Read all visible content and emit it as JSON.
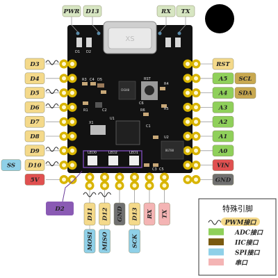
{
  "top_pins": [
    {
      "label": "PWR",
      "side": "left"
    },
    {
      "label": "D13",
      "side": "left"
    },
    {
      "label": "RX",
      "side": "right"
    },
    {
      "label": "TX",
      "side": "right"
    }
  ],
  "left_pins": [
    {
      "label": "D3",
      "pwm": true
    },
    {
      "label": "D4",
      "pwm": false
    },
    {
      "label": "D5",
      "pwm": true
    },
    {
      "label": "D6",
      "pwm": true
    },
    {
      "label": "D7",
      "pwm": false
    },
    {
      "label": "D8",
      "pwm": false
    },
    {
      "label": "D9",
      "pwm": true
    },
    {
      "label": "D10",
      "pwm": true,
      "extra": "SS"
    },
    {
      "label": "5V",
      "pwm": false
    }
  ],
  "right_pins": [
    {
      "label": "RST",
      "type": "digital"
    },
    {
      "label": "A5",
      "type": "adc",
      "extra": "SCL"
    },
    {
      "label": "A4",
      "type": "adc",
      "extra": "SDA"
    },
    {
      "label": "A3",
      "type": "adc"
    },
    {
      "label": "A2",
      "type": "adc"
    },
    {
      "label": "A1",
      "type": "adc"
    },
    {
      "label": "A0",
      "type": "adc"
    },
    {
      "label": "VIN",
      "type": "power"
    },
    {
      "label": "GND",
      "type": "gnd"
    }
  ],
  "bottom_pins": [
    {
      "label": "D11",
      "spi": "MOSI"
    },
    {
      "label": "D12",
      "spi": "MISO"
    },
    {
      "label": "GND",
      "spi": ""
    },
    {
      "label": "D13",
      "spi": "SCK"
    },
    {
      "label": "RX",
      "spi": ""
    },
    {
      "label": "TX",
      "spi": ""
    }
  ],
  "extra_pin_label": "D2",
  "legend": {
    "title": "特殊引脚",
    "items": [
      {
        "kind": "pwm",
        "label": "PWM接口",
        "color": "#f4d98a"
      },
      {
        "kind": "adc",
        "label": "ADC接口",
        "color": "#8fd05a"
      },
      {
        "kind": "iic",
        "label": "IIC接口",
        "color": "#7a5a10"
      },
      {
        "kind": "spi",
        "label": "SPI接口",
        "color": "#8fd0e8"
      },
      {
        "kind": "serial",
        "label": "串口",
        "color": "#f4b4b4"
      }
    ]
  },
  "colors": {
    "digital": "#f4d98a",
    "adc": "#8fd05a",
    "power": "#e05050",
    "gnd": "#707070",
    "spi": "#8fd0e8",
    "serial": "#f4b4b4",
    "iic": "#c8a850",
    "pink_label": "#e6b8b8",
    "led_label": "#d7e6c2",
    "d2": "#8a5ab4",
    "board": "#121212",
    "pad": "#d8b400"
  },
  "board": {
    "silk": [
      "LED0",
      "LED2",
      "LED1",
      "RST",
      "X1",
      "U1",
      "U2",
      "C1",
      "R3",
      "C4",
      "D5",
      "R1",
      "C2",
      "R6",
      "R5",
      "C6",
      "R4",
      "C3",
      "C5",
      "D1",
      "D2"
    ],
    "chips": [
      {
        "name": "regulator",
        "text": "BGT88"
      },
      {
        "name": "usb_chip",
        "text": "CH340"
      }
    ]
  }
}
